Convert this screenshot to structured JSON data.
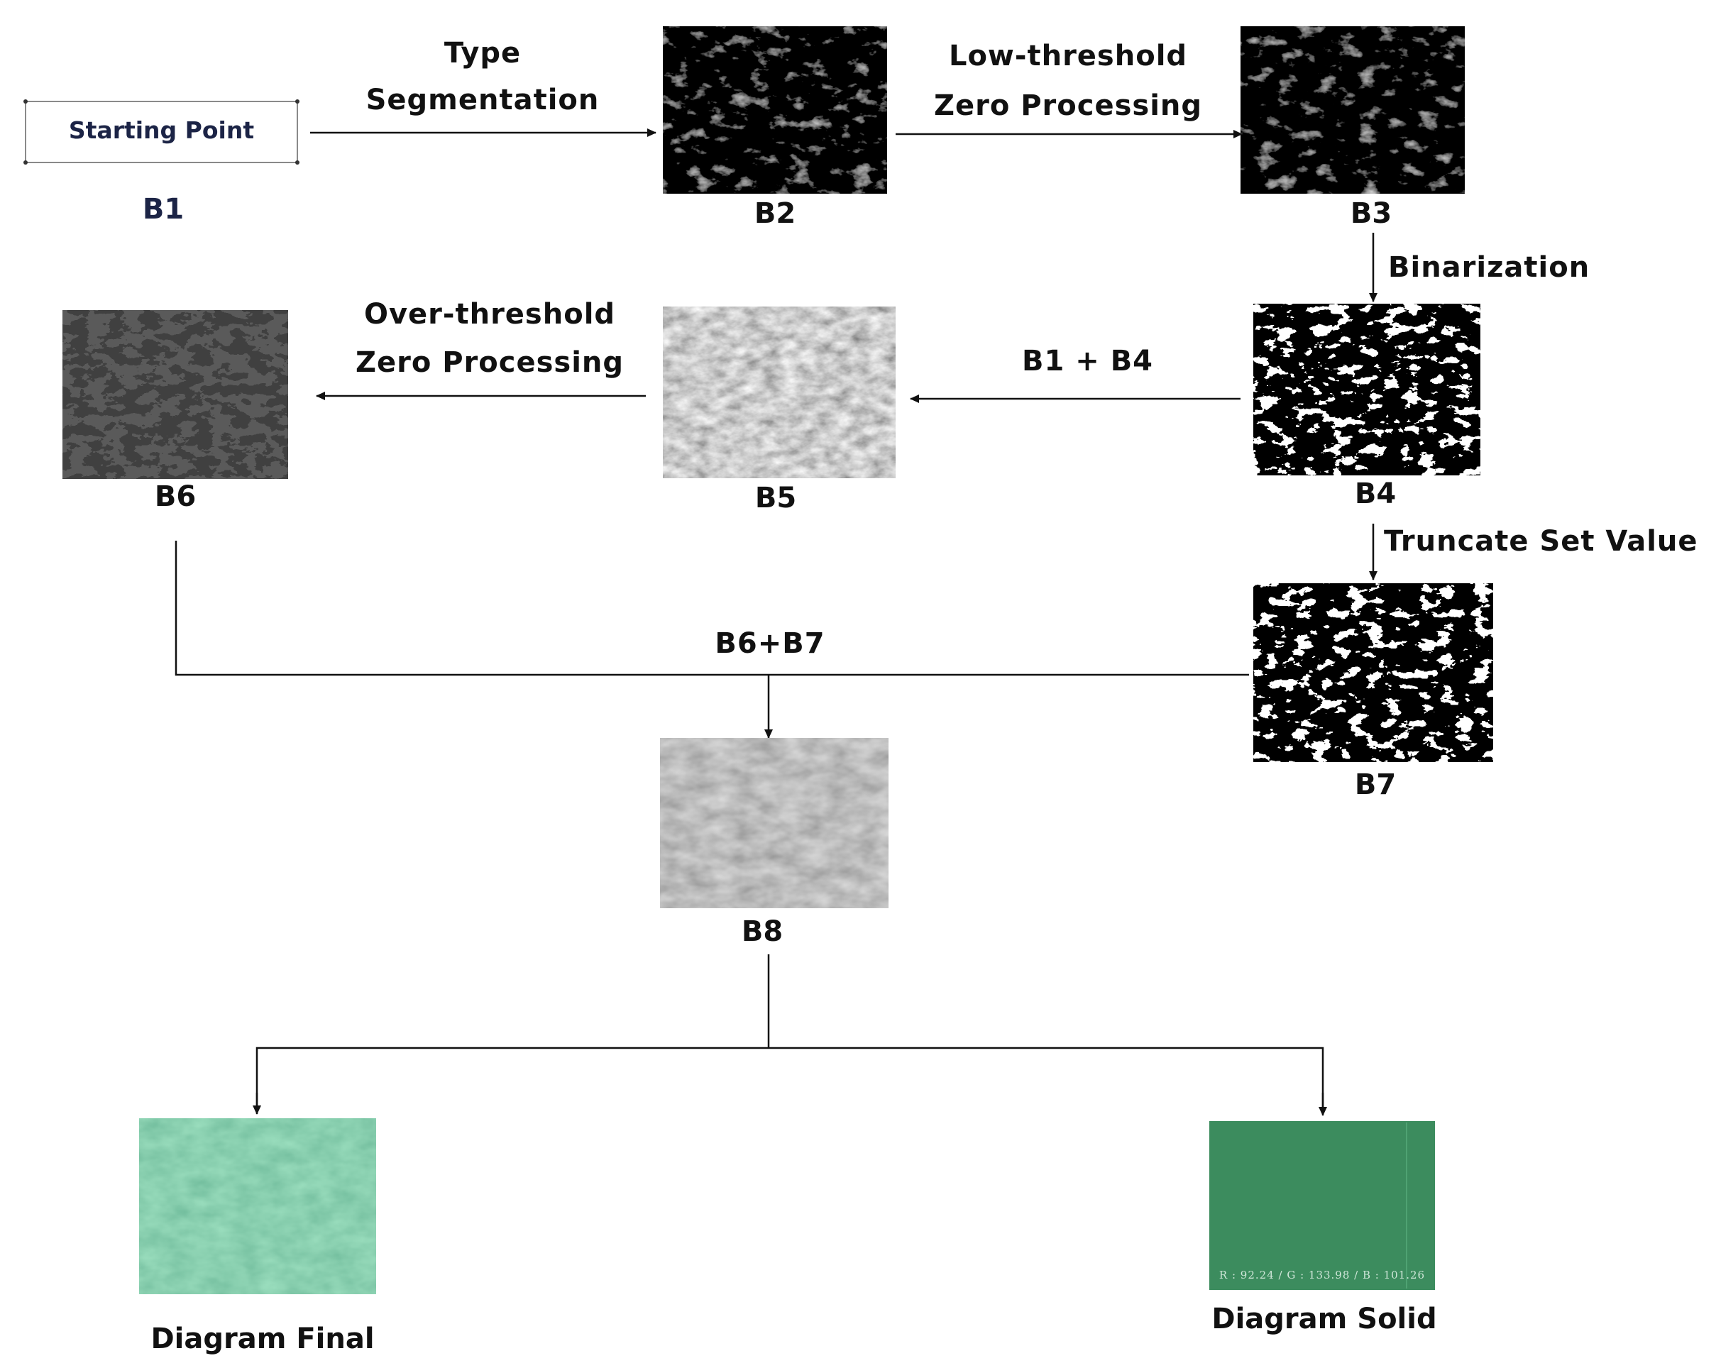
{
  "nodes": {
    "b1": {
      "id_label": "B1",
      "box_text": "Starting Point"
    },
    "b2": {
      "id_label": "B2"
    },
    "b3": {
      "id_label": "B3"
    },
    "b4": {
      "id_label": "B4"
    },
    "b5": {
      "id_label": "B5"
    },
    "b6": {
      "id_label": "B6"
    },
    "b7": {
      "id_label": "B7"
    },
    "b8": {
      "id_label": "B8"
    },
    "final": {
      "label": "Diagram Final"
    },
    "solid": {
      "label": "Diagram Solid",
      "overlay_text": "R : 92.24  /  G : 133.98  /  B : 101.26"
    }
  },
  "edges": {
    "b1_b2": {
      "line1": "Type",
      "line2": "Segmentation"
    },
    "b2_b3": {
      "line1": "Low-threshold",
      "line2": "Zero Processing"
    },
    "b3_b4": {
      "label": "Binarization"
    },
    "b4_b5": {
      "label": "B1 + B4"
    },
    "b5_b6": {
      "line1": "Over-threshold",
      "line2": "Zero Processing"
    },
    "b4_b7": {
      "label": "Truncate Set Value"
    },
    "b6_b7_b8": {
      "label": "B6+B7"
    }
  },
  "colors": {
    "line": "#111111",
    "start_text": "#1c2446",
    "green_texture": "#3f9a6a",
    "green_solid": "#3c8c5e"
  }
}
